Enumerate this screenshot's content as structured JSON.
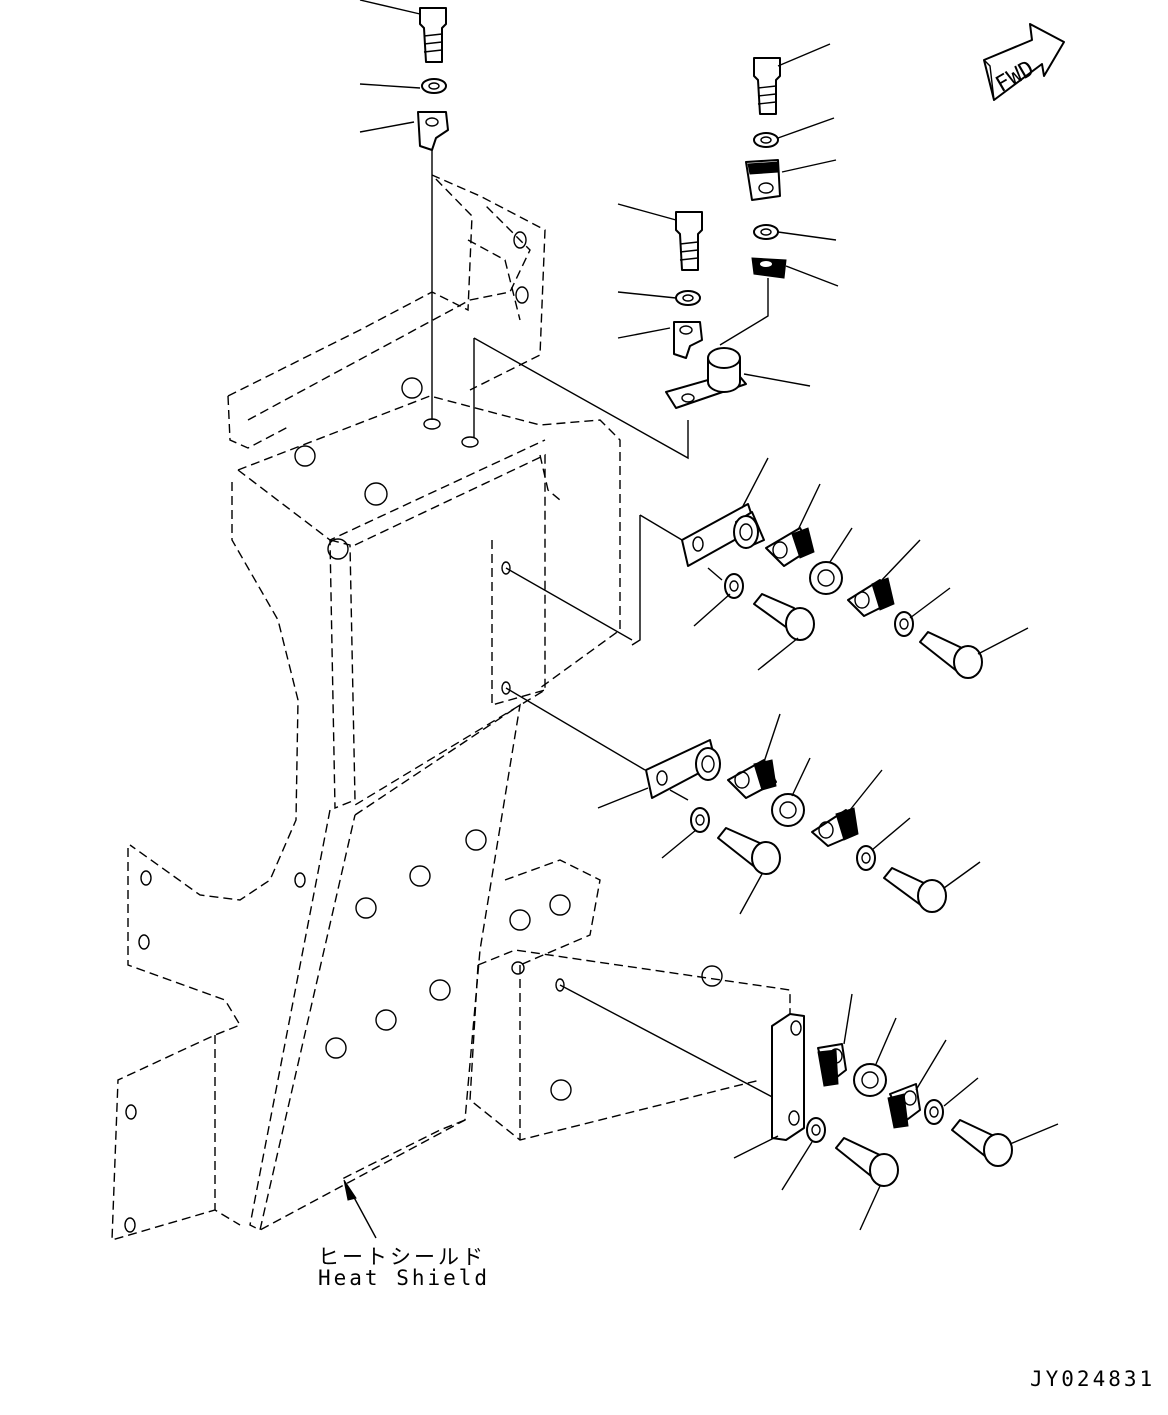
{
  "direction_marker": {
    "text": "FWD"
  },
  "callout": {
    "japanese": "ヒートシールド",
    "english": "Heat Shield"
  },
  "drawing_number": "JY024831"
}
